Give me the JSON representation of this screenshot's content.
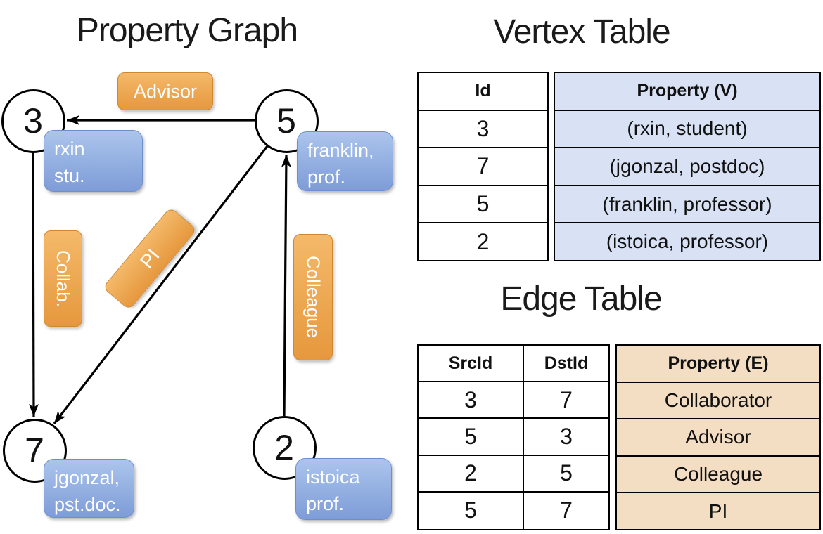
{
  "graph": {
    "title": "Property Graph",
    "nodes": [
      {
        "id": "3",
        "label_lines": [
          "rxin",
          "stu."
        ]
      },
      {
        "id": "5",
        "label_lines": [
          "franklin,",
          "prof."
        ]
      },
      {
        "id": "7",
        "label_lines": [
          "jgonzal,",
          "pst.doc."
        ]
      },
      {
        "id": "2",
        "label_lines": [
          "istoica",
          "prof."
        ]
      }
    ],
    "edge_labels": {
      "advisor": "Advisor",
      "collab": "Collab.",
      "pi": "PI",
      "colleague": "Colleague"
    },
    "edges": [
      {
        "src": "5",
        "dst": "3",
        "label": "Advisor"
      },
      {
        "src": "3",
        "dst": "7",
        "label": "Collab."
      },
      {
        "src": "5",
        "dst": "7",
        "label": "PI"
      },
      {
        "src": "2",
        "dst": "5",
        "label": "Colleague"
      }
    ]
  },
  "vertex_table": {
    "title": "Vertex Table",
    "id_header": "Id",
    "property_header": "Property (V)",
    "rows": [
      {
        "id": "3",
        "property": "(rxin, student)"
      },
      {
        "id": "7",
        "property": "(jgonzal, postdoc)"
      },
      {
        "id": "5",
        "property": "(franklin, professor)"
      },
      {
        "id": "2",
        "property": "(istoica, professor)"
      }
    ]
  },
  "edge_table": {
    "title": "Edge Table",
    "src_header": "SrcId",
    "dst_header": "DstId",
    "property_header": "Property (E)",
    "rows": [
      {
        "src": "3",
        "dst": "7",
        "property": "Collaborator"
      },
      {
        "src": "5",
        "dst": "3",
        "property": "Advisor"
      },
      {
        "src": "2",
        "dst": "5",
        "property": "Colleague"
      },
      {
        "src": "5",
        "dst": "7",
        "property": "PI"
      }
    ]
  },
  "colors": {
    "edge_label_orange_top": "#f4b96a",
    "edge_label_orange_bottom": "#e6983d",
    "vertex_prop_blue_top": "#abc5ec",
    "vertex_prop_blue_bottom": "#7e9cd8",
    "vertex_table_cell": "#d9e2f4",
    "edge_table_cell": "#f4dec3",
    "line_color": "#000000"
  }
}
